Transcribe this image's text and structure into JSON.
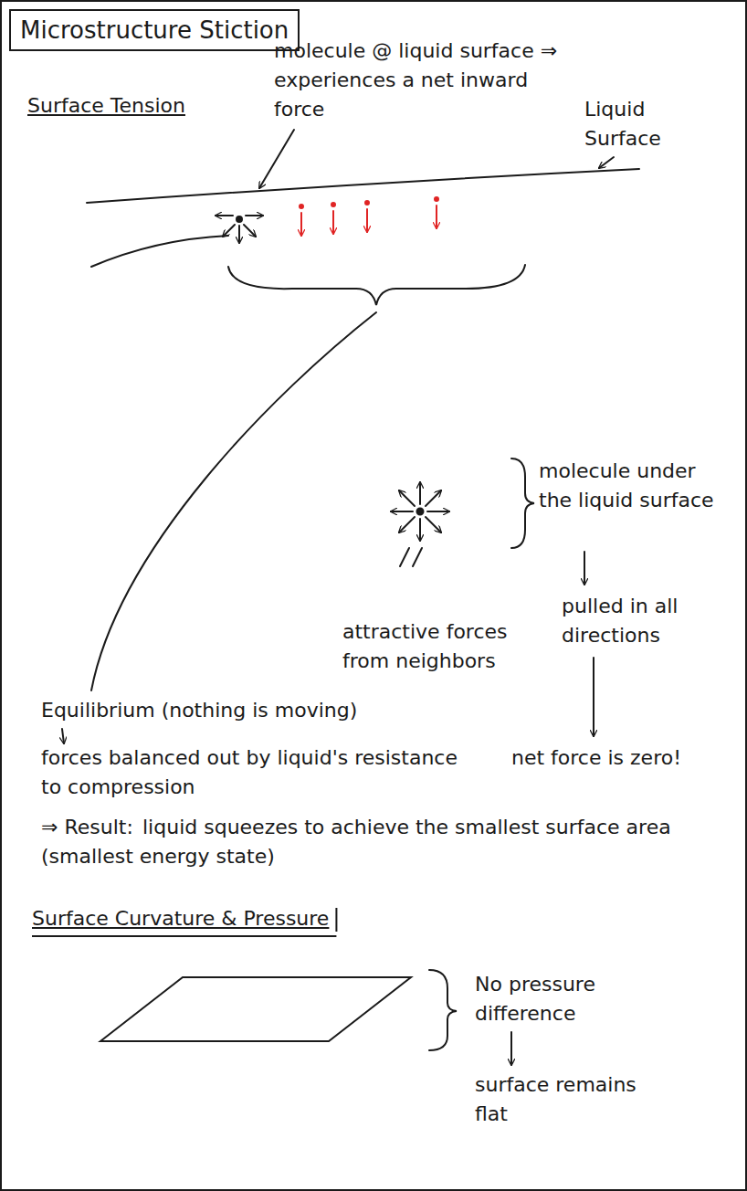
{
  "diagram": {
    "title": "Microstructure Stiction",
    "labels": [
      "Surface Tension",
      "molecule @ liquid surface ⇒ experiences a net inward force",
      "Liquid Surface",
      "molecule under the liquid surface",
      "attractive forces from neighbors",
      "pulled in all directions",
      "net force is zero!",
      "Equilibrium (nothing is moving)",
      "forces balanced out by liquid's resistance to compression",
      "⇒ Result:",
      "liquid squeezes to achieve the smallest surface area (smallest energy state)",
      "Surface Curvature & Pressure",
      "No pressure difference",
      "surface remains flat"
    ]
  }
}
